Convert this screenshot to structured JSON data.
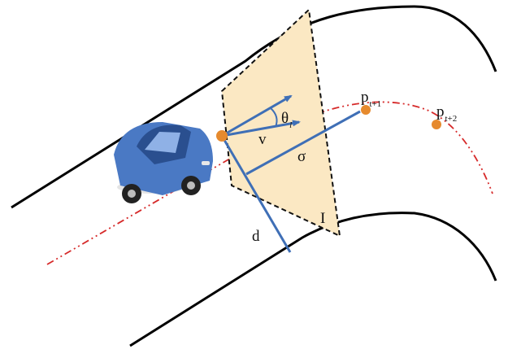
{
  "labels": {
    "p_t1_base": "p",
    "p_t1_sub": "t+1",
    "p_t2_base": "p",
    "p_t2_sub": "t+2",
    "theta_base": "θ",
    "theta_sub": "l",
    "v": "v",
    "sigma": "σ",
    "d": "d",
    "I": "I"
  },
  "colors": {
    "road_edge": "#000000",
    "plane_fill": "#fbe8c3",
    "plane_border": "#111111",
    "vector": "#3f6fb6",
    "path": "#d62a2a",
    "waypoint": "#e68a2e",
    "car_body": "#4a79c4",
    "car_dark": "#2a4f8f"
  },
  "icons": {
    "vehicle": "car-icon"
  }
}
